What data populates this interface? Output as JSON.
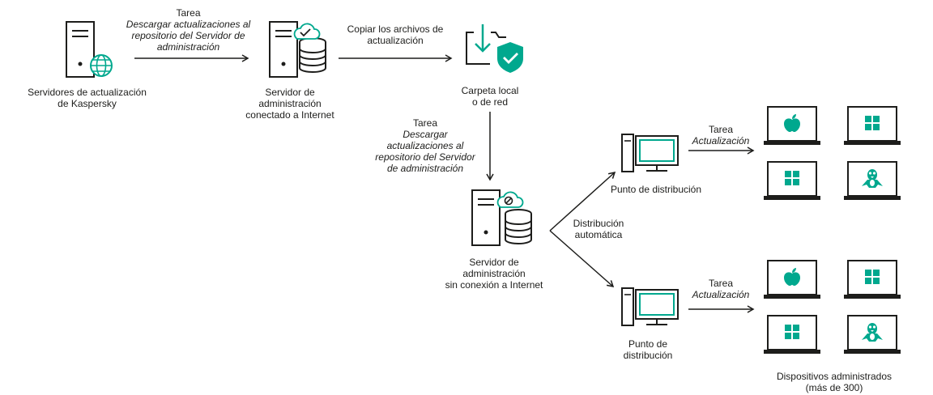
{
  "nodes": {
    "kaspersky_servers": {
      "label_lines": [
        "Servidores de actualización",
        "de Kaspersky"
      ]
    },
    "online_admin_server": {
      "label_lines": [
        "Servidor de",
        "administración",
        "conectado a Internet"
      ]
    },
    "local_folder": {
      "label_lines": [
        "Carpeta local",
        "o de red"
      ]
    },
    "offline_admin_server": {
      "label_lines": [
        "Servidor de",
        "administración",
        "sin conexión a Internet"
      ]
    },
    "distribution_point_1": {
      "label_lines": [
        "Punto de distribución"
      ]
    },
    "distribution_point_2": {
      "label_lines": [
        "Punto de",
        "distribución"
      ]
    },
    "managed_devices": {
      "label_lines": [
        "Dispositivos administrados",
        "(más de 300)"
      ]
    }
  },
  "edges": {
    "download_task_1": {
      "title": "Tarea",
      "italic_lines": [
        "Descargar actualizaciones al",
        "repositorio del Servidor de",
        "administración"
      ]
    },
    "copy_files": {
      "label_lines": [
        "Copiar los archivos de",
        "actualización"
      ]
    },
    "download_task_2": {
      "title": "Tarea",
      "italic_lines": [
        "Descargar",
        "actualizaciones al",
        "repositorio del Servidor",
        "de administración"
      ]
    },
    "auto_distribution": {
      "label_lines": [
        "Distribución",
        "automática"
      ]
    },
    "update_task_1": {
      "title": "Tarea",
      "italic_lines": [
        "Actualización"
      ]
    },
    "update_task_2": {
      "title": "Tarea",
      "italic_lines": [
        "Actualización"
      ]
    }
  },
  "device_os": [
    "apple-icon",
    "windows-icon",
    "windows-icon",
    "linux-icon"
  ],
  "colors": {
    "accent": "#00a88e",
    "line": "#1d1d1b",
    "background": "#ffffff"
  }
}
